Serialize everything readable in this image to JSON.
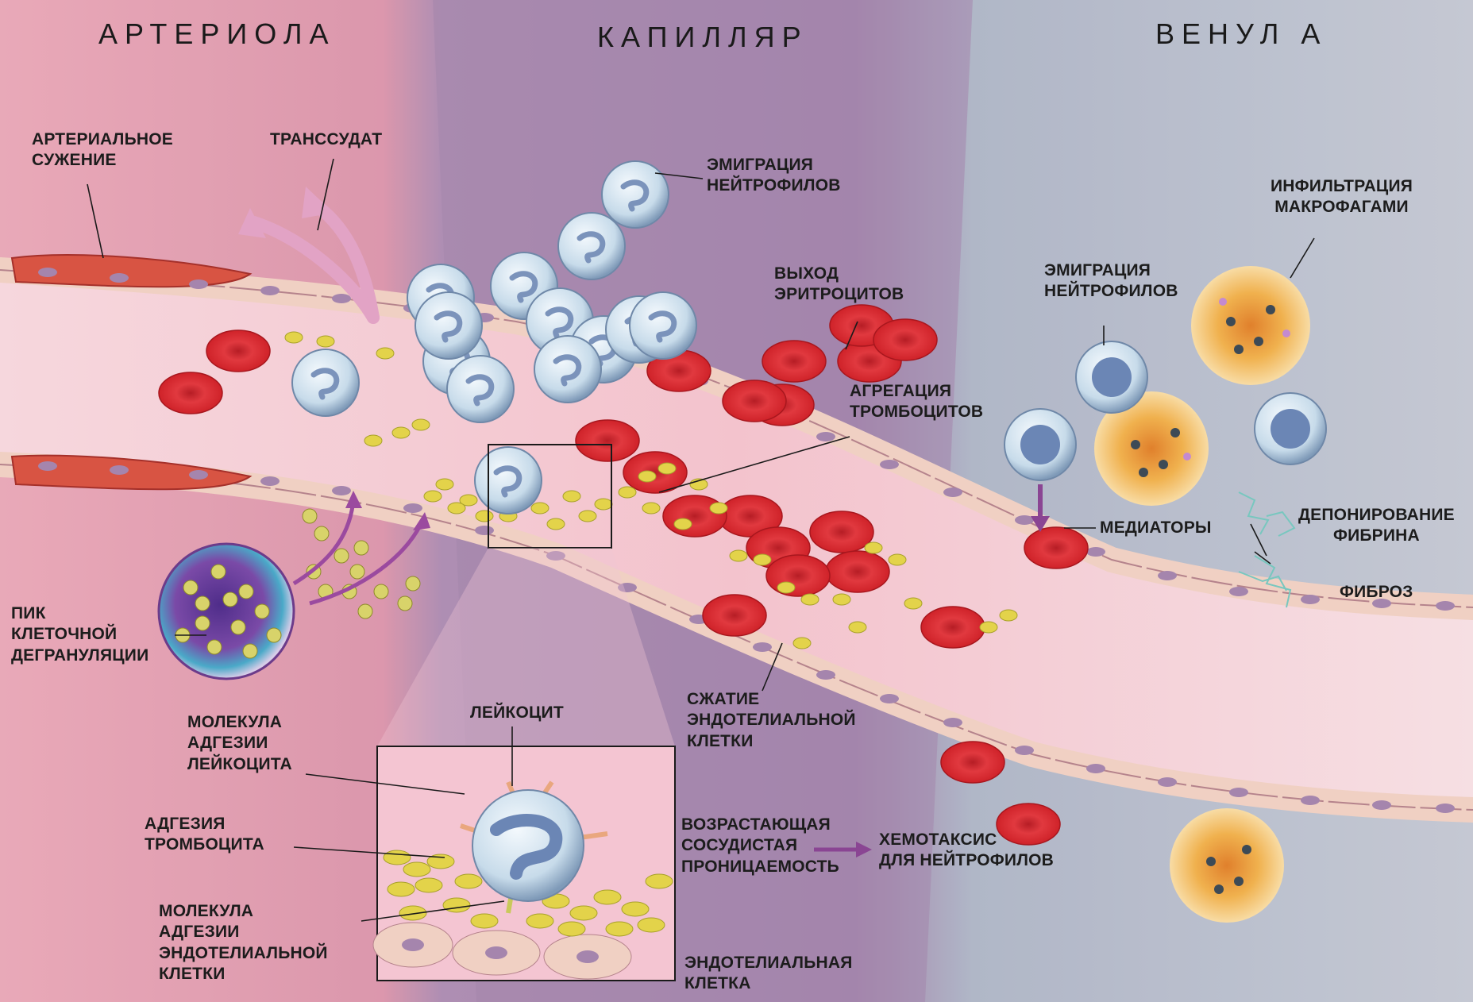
{
  "colors": {
    "arteriole_bg": "#e8a6b4",
    "capillary_bg": "#a27ea8",
    "venule_bg": "#a9b2c4",
    "vessel_wall": "#f1d3c6",
    "endothelial_nucleus": "#a585ad",
    "red_blood_cell": "#d6282f",
    "platelet": "#e3d34a",
    "leukocyte": "#c9dcea",
    "leukocyte_nucleus": "#8a9fc2",
    "macrophage": "#efad48",
    "fibrin": "#7cc6c0",
    "arrow_violet": "#9b4a9f",
    "arrow_pink": "#e5a4c8"
  },
  "headers": {
    "arteriole": "АРТЕРИОЛА",
    "capillary": "КАПИЛЛЯР",
    "venule": "ВЕНУЛ А"
  },
  "labels": {
    "arterial_narrowing": "АРТЕРИАЛЬНОЕ\nСУЖЕНИЕ",
    "transudate": "ТРАНССУДАТ",
    "neutrophil_emigration_top": "ЭМИГРАЦИЯ\nНЕЙТРОФИЛОВ",
    "erythrocyte_exit": "ВЫХОД\nЭРИТРОЦИТОВ",
    "platelet_aggregation": "АГРЕГАЦИЯ\nТРОМБОЦИТОВ",
    "neutrophil_emigration_right": "ЭМИГРАЦИЯ\nНЕЙТРОФИЛОВ",
    "macrophage_infiltration": "ИНФИЛЬТРАЦИЯ\nМАКРОФАГАМИ",
    "mediators": "МЕДИАТОРЫ",
    "fibrin_deposition": "ДЕПОНИРОВАНИЕ\nФИБРИНА",
    "fibrosis": "ФИБРОЗ",
    "degranulation_peak": "ПИК\nКЛЕТОЧНОЙ\nДЕГРАНУЛЯЦИИ",
    "endothelial_contraction": "СЖАТИЕ\nЭНДОТЕЛИАЛЬНОЙ\nКЛЕТКИ",
    "leukocyte": "ЛЕЙКОЦИТ",
    "leukocyte_adhesion_molecule": "МОЛЕКУЛА\nАДГЕЗИИ\nЛЕЙКОЦИТА",
    "platelet_adhesion": "АДГЕЗИЯ\nТРОМБОЦИТА",
    "endothelial_adhesion_molecule": "МОЛЕКУЛА\nАДГЕЗИИ\nЭНДОТЕЛИАЛЬНОЙ\nКЛЕТКИ",
    "increasing_permeability": "ВОЗРАСТАЮЩАЯ\nСОСУДИСТАЯ\nПРОНИЦАЕМОСТЬ",
    "chemotaxis": "ХЕМОТАКСИС\nДЛЯ НЕЙТРОФИЛОВ",
    "endothelial_cell": "ЭНДОТЕЛИАЛЬНАЯ\nКЛЕТКА"
  }
}
